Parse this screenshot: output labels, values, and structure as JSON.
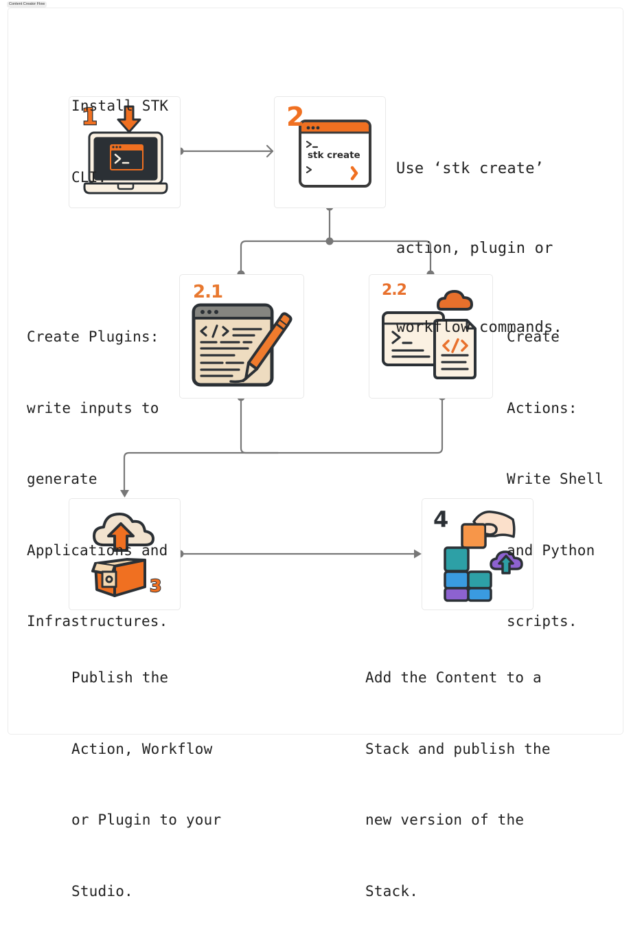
{
  "frame": {
    "title": "Content Creator Flow"
  },
  "colors": {
    "accent": "#F07021",
    "ink": "#2B3035",
    "cream": "#FBF1E2",
    "connector": "#777777"
  },
  "steps": [
    {
      "id": "1",
      "badge": "1",
      "icon": "laptop-download-terminal-icon",
      "lines": [
        "Install STK",
        "CLI."
      ]
    },
    {
      "id": "2",
      "badge": "2",
      "icon": "terminal-window-icon",
      "terminal_text": "stk create",
      "lines": [
        "Use ‘stk create’",
        "action, plugin or",
        "workflow commands."
      ]
    },
    {
      "id": "2.1",
      "badge": "2.1",
      "icon": "code-editor-pencil-icon",
      "lines": [
        "Create Plugins:",
        "write inputs to",
        "generate",
        "Applications and",
        "Infrastructures."
      ]
    },
    {
      "id": "2.2",
      "badge": "2.2",
      "icon": "terminal-script-cloud-icon",
      "lines": [
        "Create",
        "Actions:",
        "Write Shell",
        "and Python",
        "scripts."
      ]
    },
    {
      "id": "3",
      "badge": "3",
      "icon": "box-cloud-upload-icon",
      "lines": [
        "Publish the",
        "Action, Workflow",
        "or Plugin to your",
        "Studio."
      ]
    },
    {
      "id": "4",
      "badge": "4",
      "icon": "stack-blocks-hand-icon",
      "lines": [
        "Add the Content to a",
        "Stack and publish the",
        "new version of the",
        "Stack."
      ]
    }
  ]
}
